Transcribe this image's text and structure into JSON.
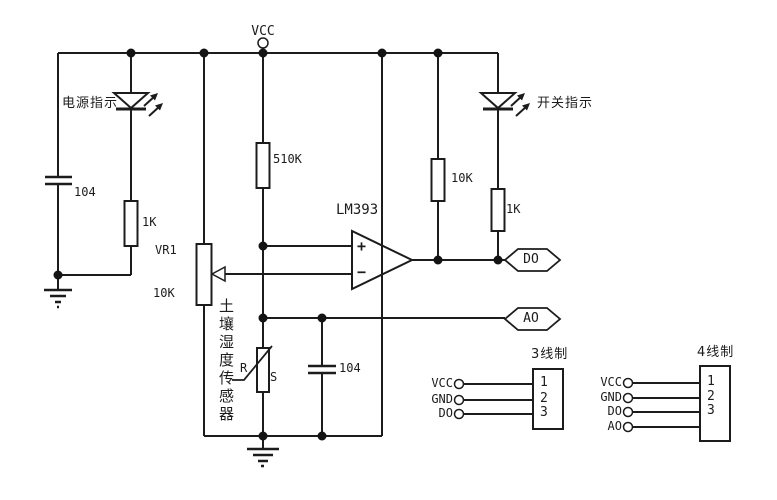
{
  "labels": {
    "vcc": "VCC",
    "power_indicator": "电源指示",
    "switch_indicator": "开关指示",
    "cap1": "104",
    "cap2": "104",
    "r_led1": "1K",
    "r_pullup": "510K",
    "r_out": "10K",
    "r_led2": "1K",
    "vr_ref": "VR1",
    "vr_value": "10K",
    "comparator": "LM393",
    "plus": "+",
    "minus": "−",
    "do_port": "DO",
    "ao_port": "AO",
    "sensor_name": "土壤湿度传感器",
    "sensor_r": "R",
    "sensor_s": "S"
  },
  "connectors": {
    "three_wire": {
      "title": "3线制",
      "pins": [
        "1",
        "2",
        "3"
      ],
      "wires": [
        "VCC",
        "GND",
        "DO"
      ]
    },
    "four_wire": {
      "title": "4线制",
      "pins": [
        "1",
        "2",
        "3"
      ],
      "wires": [
        "VCC",
        "GND",
        "DO",
        "AO"
      ]
    }
  },
  "colors": {
    "line": "#1c1c1c",
    "background": "#ffffff"
  }
}
